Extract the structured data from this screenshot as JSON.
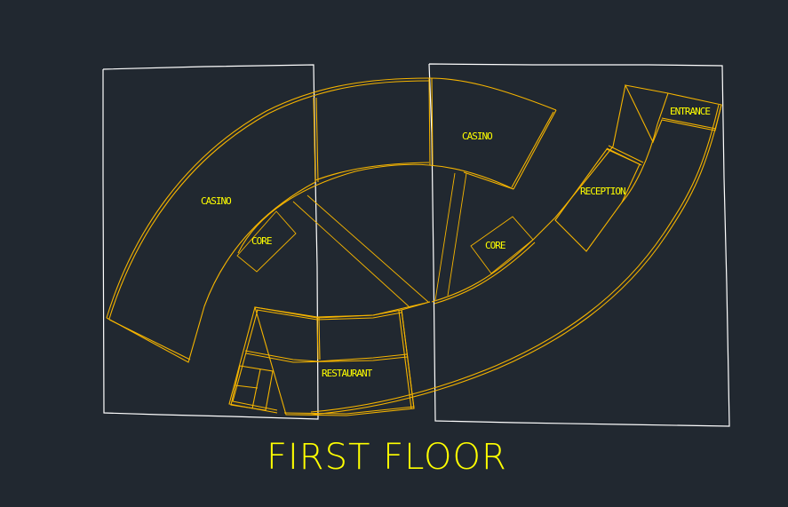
{
  "drawing": {
    "title": "FIRST FLOOR",
    "background": "#212830",
    "line_color": "#f5b400",
    "text_color": "#ffff00",
    "viewport_color": "#ffffff"
  },
  "rooms": [
    {
      "name": "casino-west",
      "label": "CASINO"
    },
    {
      "name": "core-west",
      "label": "CORE"
    },
    {
      "name": "casino-north",
      "label": "CASINO"
    },
    {
      "name": "core-east",
      "label": "CORE"
    },
    {
      "name": "reception",
      "label": "RECEPTION"
    },
    {
      "name": "entrance",
      "label": "ENTRANCE"
    },
    {
      "name": "restaurant",
      "label": "RESTAURANT"
    }
  ]
}
